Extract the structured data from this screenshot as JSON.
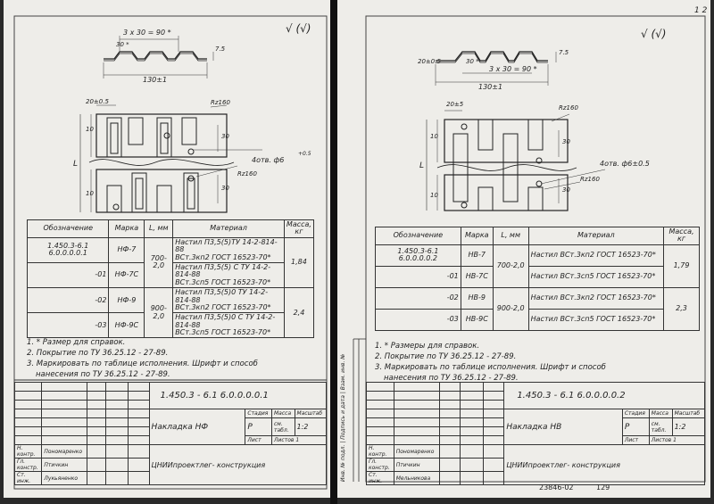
{
  "left": {
    "check_mark": "√ (√)",
    "dim_top": "3 x 30 = 90 *",
    "dim_30": "30 *",
    "dim_75": "7.5",
    "dim_width": "130±1",
    "dim_20": "20±0.5",
    "rz": "Rz160",
    "dim_L": "L",
    "dim_30b": "30",
    "dim_30c": "30",
    "dim_10a": "10",
    "dim_10b": "10",
    "holes": "4отв. ф6",
    "holes_tol": "+0.5",
    "rz2": "Rz160",
    "table": {
      "headers": [
        "Обозначение",
        "Марка",
        "L, мм",
        "Материал",
        "Масса, кг"
      ],
      "rows": [
        {
          "code": "1.450.3-6.1 6.0.0.0.0.1",
          "mark": "НФ-7",
          "mat_label": "Настил",
          "mat1": "П3,5(5)ТУ 14-2-814-88",
          "mat2": "ВСт.3кп2 ГОСТ 16523-70*"
        },
        {
          "code": "-01",
          "mark": "НФ-7С",
          "mat_label": "Настил",
          "mat1": "П3,5(5) С ТУ 14-2-814-88",
          "mat2": "ВСт.3сп5 ГОСТ 16523-70*"
        },
        {
          "code": "-02",
          "mark": "НФ-9",
          "mat_label": "Настил",
          "mat1": "П3,5(5)0 ТУ 14-2-814-88",
          "mat2": "ВСт.3кп2 ГОСТ 16523-70*"
        },
        {
          "code": "-03",
          "mark": "НФ-9С",
          "mat_label": "Настил",
          "mat1": "П3,5(5)0 С ТУ 14-2-814-88",
          "mat2": "ВСт.3сп5 ГОСТ 16523-70*"
        }
      ],
      "L_a": "700-2,0",
      "L_b": "900-2,0",
      "mass_a": "1,84",
      "mass_b": "2,4"
    },
    "notes": [
      "1. * Размер для справок.",
      "2. Покрытие по ТУ 36.25.12 - 27-89.",
      "3. Маркировать по таблице исполнения. Шрифт и способ",
      "нанесения по ТУ 36.25.12 - 27-89."
    ],
    "doc_code": "1.450.3 - 6.1 6.0.0.0.0.1",
    "title": "Накладка НФ",
    "stage_label": "Стадия",
    "mass_label": "Масса",
    "scale_label": "Масштаб",
    "stage": "Р",
    "mass_val": "см. табл.",
    "scale_val": "1:2",
    "sheet_label": "Лист",
    "sheets_label": "Листов 1",
    "org": "ЦНИИпроектлег- конструкция",
    "sig_rows": [
      {
        "role": "Н. контр.",
        "name": "Пономаренко"
      },
      {
        "role": "Гл. констр.",
        "name": "Птичкин"
      },
      {
        "role": "Ст. инж.",
        "name": "Лукьяненко"
      }
    ]
  },
  "right": {
    "corner_mark": "1 2",
    "check_mark": "√ (√)",
    "dim_20": "20±0.5",
    "dim_30": "30 *",
    "dim_top": "3 x 30 = 90 *",
    "dim_75": "7.5",
    "dim_width": "130±1",
    "dim_20b": "20±5",
    "rz": "Rz160",
    "dim_L": "L",
    "dim_10a": "10",
    "dim_10b": "10",
    "dim_30b": "30",
    "dim_30c": "30",
    "holes": "4отв. ф6±0.5",
    "rz2": "Rz160",
    "table": {
      "headers": [
        "Обозначение",
        "Марка",
        "L, мм",
        "Материал",
        "Масса, кг"
      ],
      "rows": [
        {
          "code": "1.450.3-6.1 6.0.0.0.0.2",
          "mark": "НВ-7",
          "mat_label": "Настил",
          "mat2": "ВСт.3кп2 ГОСТ 16523-70*"
        },
        {
          "code": "-01",
          "mark": "НВ-7С",
          "mat_label": "Настил",
          "mat2": "ВСт.3сп5 ГОСТ 16523-70*"
        },
        {
          "code": "-02",
          "mark": "НВ-9",
          "mat_label": "Настил",
          "mat2": "ВСт.3кп2 ГОСТ 16523-70*"
        },
        {
          "code": "-03",
          "mark": "НВ-9С",
          "mat_label": "Настил",
          "mat2": "ВСт.3сп5 ГОСТ 16523-70*"
        }
      ],
      "L_a": "700-2,0",
      "L_b": "900-2,0",
      "mass_a": "1,79",
      "mass_b": "2,3"
    },
    "notes": [
      "1. * Размеры для справок.",
      "2. Покрытие по ТУ 36.25.12 - 27-89.",
      "3. Маркировать по таблице исполнения. Шрифт и способ",
      "нанесения по ТУ 36.25.12 - 27-89."
    ],
    "side_strip": "Инв. № подл. | Подпись и дата | Взам. инв. №",
    "doc_code": "1.450.3 - 6.1 6.0.0.0.0.2",
    "title": "Накладка НВ",
    "stage_label": "Стадия",
    "mass_label": "Масса",
    "scale_label": "Масштаб",
    "stage": "Р",
    "mass_val": "см. табл.",
    "scale_val": "1:2",
    "sheet_label": "Лист",
    "sheets_label": "Листов 1",
    "org": "ЦНИИпроектлег- конструкция",
    "sig_rows": [
      {
        "role": "Н. контр.",
        "name": "Пономаренко"
      },
      {
        "role": "Гл. констр.",
        "name": "Птичкин"
      },
      {
        "role": "Ст. инж.",
        "name": "Мельникова"
      }
    ],
    "footer_code": "23846-02",
    "footer_page": "129"
  }
}
